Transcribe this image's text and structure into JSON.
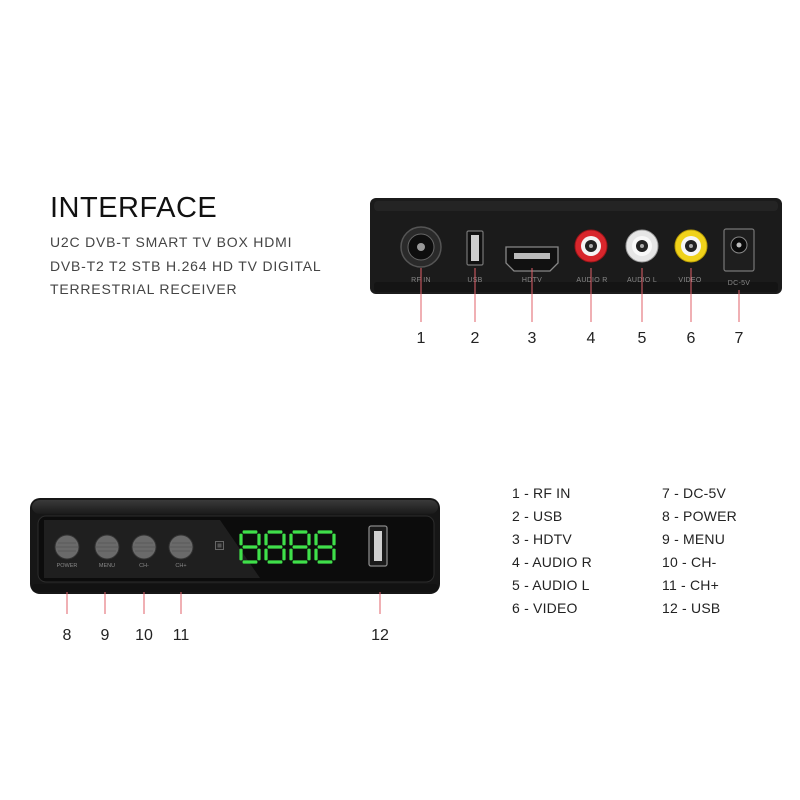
{
  "title": "INTERFACE",
  "subtitle_lines": [
    "U2C DVB-T SMART TV BOX HDMI",
    "DVB-T2 T2 STB H.264 HD TV DIGITAL",
    "TERRESTRIAL RECEIVER"
  ],
  "back_panel": {
    "ports": [
      {
        "label": "RF IN",
        "number": "1",
        "icon": "coax-port-icon"
      },
      {
        "label": "USB",
        "number": "2",
        "icon": "usb-port-icon"
      },
      {
        "label": "HDTV",
        "number": "3",
        "icon": "hdmi-port-icon"
      },
      {
        "label": "AUDIO R",
        "number": "4",
        "icon": "rca-red-port-icon",
        "color": "#d8262c"
      },
      {
        "label": "AUDIO L",
        "number": "5",
        "icon": "rca-white-port-icon",
        "color": "#e6e6e6"
      },
      {
        "label": "VIDEO",
        "number": "6",
        "icon": "rca-yellow-port-icon",
        "color": "#f0d21a"
      },
      {
        "label": "DC-5V",
        "number": "7",
        "icon": "dc-jack-icon"
      }
    ]
  },
  "front_panel": {
    "buttons": [
      {
        "label": "POWER",
        "number": "8"
      },
      {
        "label": "MENU",
        "number": "9"
      },
      {
        "label": "CH-",
        "number": "10"
      },
      {
        "label": "CH+",
        "number": "11"
      }
    ],
    "display_text": "8888",
    "display_color": "#3fe04a",
    "usb_number": "12"
  },
  "legend": {
    "left": [
      "1 - RF IN",
      "2 - USB",
      "3 - HDTV",
      "4 - AUDIO R",
      "5 - AUDIO L",
      "6 - VIDEO"
    ],
    "right": [
      "7 - DC-5V",
      "8 - POWER",
      "9 - MENU",
      "10 - CH-",
      "11 - CH+",
      "12 - USB"
    ]
  },
  "colors": {
    "device_body": "#1a1a1a",
    "callout_line": "#e0606a"
  }
}
